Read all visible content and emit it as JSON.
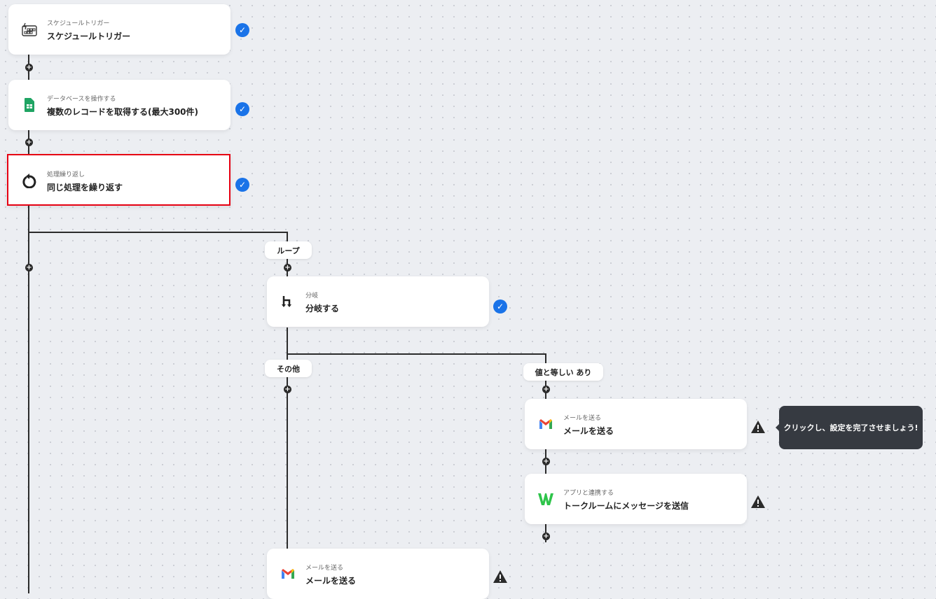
{
  "nodes": [
    {
      "sub": "スケジュールトリガー",
      "title": "スケジュールトリガー",
      "icon": "schedule-trigger-icon",
      "status": "complete"
    },
    {
      "sub": "データベースを操作する",
      "title": "複数のレコードを取得する(最大300件)",
      "icon": "google-sheets-icon",
      "status": "complete"
    },
    {
      "sub": "処理繰り返し",
      "title": "同じ処理を繰り返す",
      "icon": "loop-icon",
      "status": "complete",
      "selected": true
    },
    {
      "sub": "分岐",
      "title": "分岐する",
      "icon": "branch-icon",
      "status": "complete"
    },
    {
      "sub": "メールを送る",
      "title": "メールを送る",
      "icon": "gmail-icon",
      "status": "warning"
    },
    {
      "sub": "アプリと連携する",
      "title": "トークルームにメッセージを送信",
      "icon": "app-w-icon",
      "status": "warning"
    },
    {
      "sub": "メールを送る",
      "title": "メールを送る",
      "icon": "gmail-icon",
      "status": "warning"
    }
  ],
  "labels": {
    "loop": "ループ",
    "other": "その他",
    "equals": "値と等しい あり"
  },
  "tooltip": "クリックし、設定を完了させましょう!",
  "colors": {
    "check": "#1a73e8",
    "selected": "#e60012",
    "tooltip": "#363a41"
  }
}
